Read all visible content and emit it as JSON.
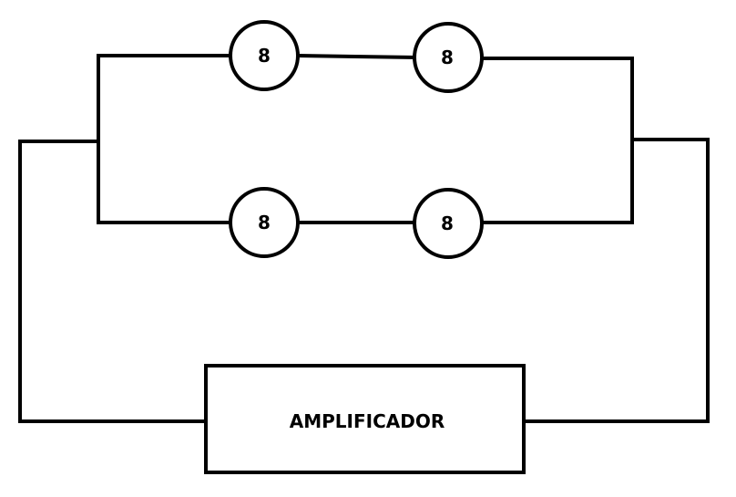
{
  "diagram": {
    "speakers": [
      {
        "label": "8"
      },
      {
        "label": "8"
      },
      {
        "label": "8"
      },
      {
        "label": "8"
      }
    ],
    "amplifier": {
      "label": "AMPLIFICADOR"
    },
    "line_color": "#000000",
    "background_color": "#ffffff"
  }
}
